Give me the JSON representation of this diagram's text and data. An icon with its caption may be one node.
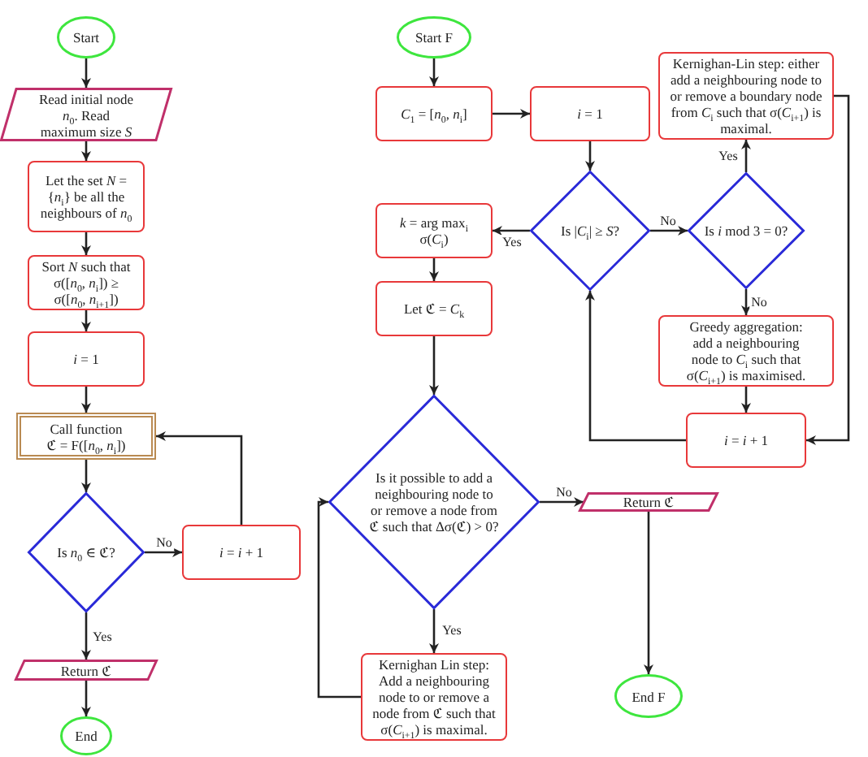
{
  "diagram": {
    "nodes": [
      {
        "text": [
          "Start"
        ]
      },
      {
        "text": [
          "Read initial node *n*$_{0}$. Read maximum size *S*"
        ]
      },
      {
        "text": [
          "Let the set *N* = {*n*$_{i}$} be all the neighbours of *n*$_{0}$"
        ]
      },
      {
        "text": [
          "Sort *N* such that σ([*n*$_{0}$, *n*$_{i}$]) ≥ σ([*n*$_{0}$, *n*$_{i+1}$])"
        ]
      },
      {
        "text": [
          "*i* = 1"
        ]
      },
      {
        "text": [
          "Call function ℭ = F([*n*$_{0}$, *n*$_{i}$])"
        ]
      },
      {
        "text": [
          "Is *n*$_{0}$ ∈ ℭ?"
        ]
      },
      {
        "text": [
          "*i* = *i* + 1"
        ]
      },
      {
        "text": [
          "Return ℭ"
        ]
      },
      {
        "text": [
          "End"
        ]
      },
      {
        "text": [
          "Start F"
        ]
      },
      {
        "text": [
          "*C*$_{1}$ = [*n*$_{0}$, *n*$_{i}$]"
        ]
      },
      {
        "text": [
          "*i* = 1"
        ]
      },
      {
        "text": [
          "Is |*C*$_{i}$| ≥ *S*?"
        ]
      },
      {
        "text": [
          "*k* = arg max$_{i}$ σ(*C*$_{i}$)"
        ]
      },
      {
        "text": [
          "Let ℭ = *C*$_{k}$"
        ]
      },
      {
        "text": [
          "Is *i* mod 3 = 0?"
        ]
      },
      {
        "text": [
          "Kernighan-Lin step: either add a neighbouring node to or remove a boundary node from *C*$_{i}$ such that σ(*C*$_{i+1}$) is maximal."
        ]
      },
      {
        "text": [
          "Greedy aggregation: add a neighbouring node to *C*$_{i}$ such that σ(*C*$_{i+1}$) is maximised."
        ]
      },
      {
        "text": [
          "*i* = *i* + 1"
        ]
      },
      {
        "text": [
          "Is it possible to add a neighbouring node to or remove a node from ℭ such that Δσ(ℭ) > 0?"
        ]
      },
      {
        "text": [
          "Return ℭ"
        ]
      },
      {
        "text": [
          "End F"
        ]
      },
      {
        "text": [
          "Kernighan Lin step: Add a neighbouring node to or remove a node from ℭ such that σ(*C*$_{i+1}$) is maximal."
        ]
      }
    ],
    "edges": [
      {
        "from": 0,
        "to": 1,
        "arrow": "to"
      },
      {
        "from": 1,
        "to": 2,
        "arrow": "to"
      },
      {
        "from": 2,
        "to": 3,
        "arrow": "to"
      },
      {
        "from": 3,
        "to": 4,
        "arrow": "to"
      },
      {
        "from": 4,
        "to": 5,
        "arrow": "to"
      },
      {
        "from": 5,
        "to": 6,
        "arrow": "to"
      },
      {
        "from": 6,
        "to": 7,
        "arrow": "to",
        "label": "No"
      },
      {
        "from": 7,
        "to": 5,
        "arrow": "to"
      },
      {
        "from": 6,
        "to": 8,
        "arrow": "to",
        "label": "Yes"
      },
      {
        "from": 8,
        "to": 9,
        "arrow": "to"
      },
      {
        "from": 10,
        "to": 11,
        "arrow": "to"
      },
      {
        "from": 11,
        "to": 12,
        "arrow": "to"
      },
      {
        "from": 12,
        "to": 13,
        "arrow": "to"
      },
      {
        "from": 13,
        "to": 14,
        "arrow": "to",
        "label": "Yes"
      },
      {
        "from": 13,
        "to": 16,
        "arrow": "to",
        "label": "No"
      },
      {
        "from": 16,
        "to": 17,
        "arrow": "to",
        "label": "Yes"
      },
      {
        "from": 16,
        "to": 18,
        "arrow": "to",
        "label": "No"
      },
      {
        "from": 18,
        "to": 19,
        "arrow": "to"
      },
      {
        "from": 17,
        "to": 19,
        "arrow": "to"
      },
      {
        "from": 19,
        "to": 13,
        "arrow": "to"
      },
      {
        "from": 14,
        "to": 15,
        "arrow": "to"
      },
      {
        "from": 15,
        "to": 20,
        "arrow": "to"
      },
      {
        "from": 20,
        "to": 21,
        "arrow": "to",
        "label": "No"
      },
      {
        "from": 21,
        "to": 22,
        "arrow": "to"
      },
      {
        "from": 20,
        "to": 23,
        "arrow": "to",
        "label": "Yes"
      },
      {
        "from": 23,
        "to": 20,
        "arrow": "to"
      }
    ]
  }
}
